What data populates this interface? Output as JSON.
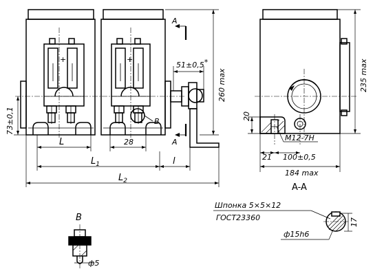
{
  "front_view": {
    "dim_L": "L",
    "dim_L1": "L",
    "dim_L1_sub": "1",
    "dim_L2": "L",
    "dim_L2_sub": "2",
    "dim_l": "l",
    "dim_28": "28",
    "dim_73": "73±0,1",
    "dim_260": "260 max",
    "dim_51": "51±0,5",
    "dim_51_star": "*",
    "section_mark_A_top": "A",
    "section_mark_A_bottom": "A",
    "detail_mark_B": "B",
    "plus_1": "+",
    "plus_2": "+"
  },
  "side_view": {
    "dim_235": "235 max",
    "dim_20": "20",
    "dim_M12": "M12-7H",
    "dim_21": "21",
    "dim_100": "100±0,5",
    "dim_184": "184 max",
    "section_title": "A-A"
  },
  "key_detail": {
    "label_key": "Шпонка 5×5×12",
    "label_gost": "ГОСТ23360",
    "dim_shaft": "ф15h6",
    "dim_17": "17"
  },
  "detail_b": {
    "title": "B",
    "dim_5": "ф5"
  }
}
